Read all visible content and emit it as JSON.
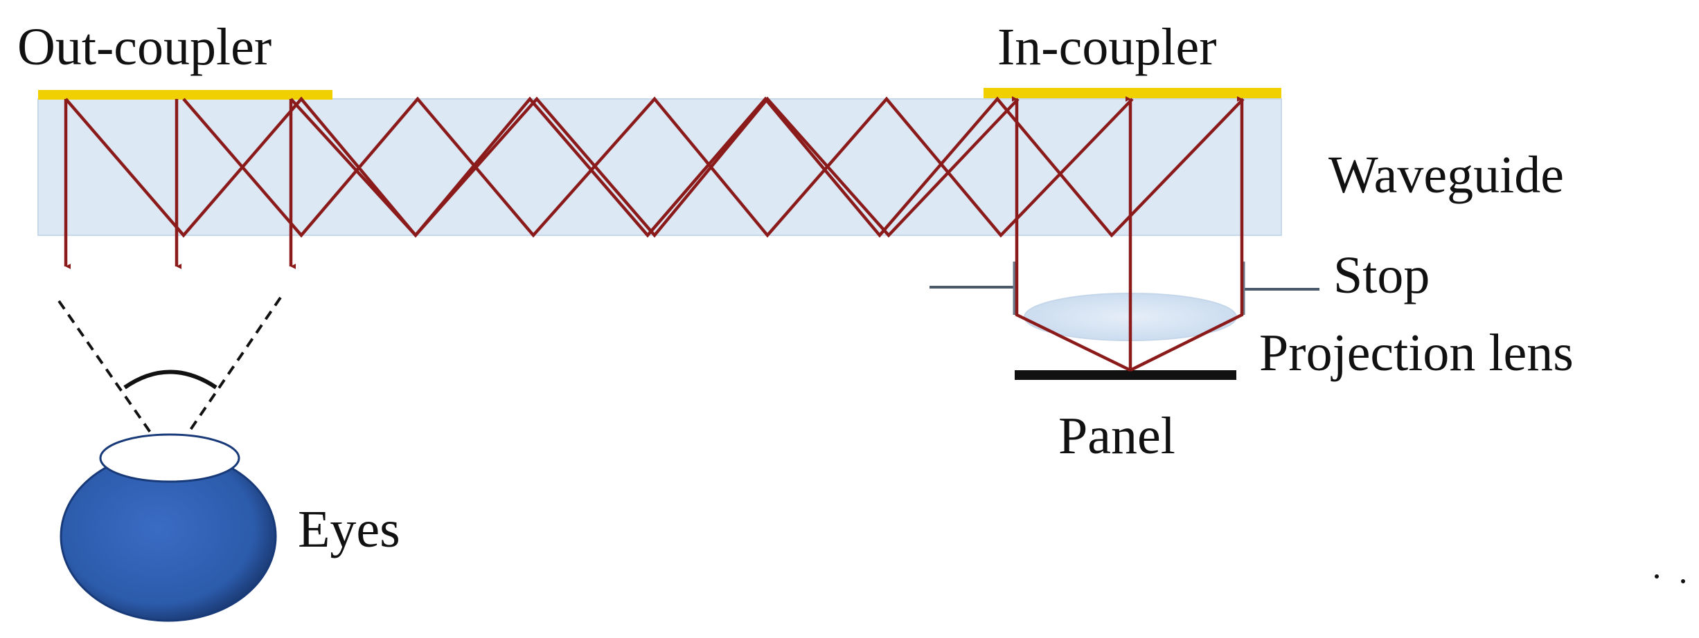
{
  "labels": {
    "out_coupler": "Out-coupler",
    "in_coupler": "In-coupler",
    "waveguide": "Waveguide",
    "stop": "Stop",
    "projection_lens": "Projection lens",
    "panel": "Panel",
    "eyes": "Eyes"
  },
  "colors": {
    "waveguide_fill": "#dce8f4",
    "coupler": "#f0d000",
    "ray": "#8b1a1a",
    "eye": "#2c5bab",
    "eye_dark": "#1b3c78",
    "panel": "#111111",
    "stop": "#4a5a6a",
    "lens": "#d4e2f0"
  }
}
